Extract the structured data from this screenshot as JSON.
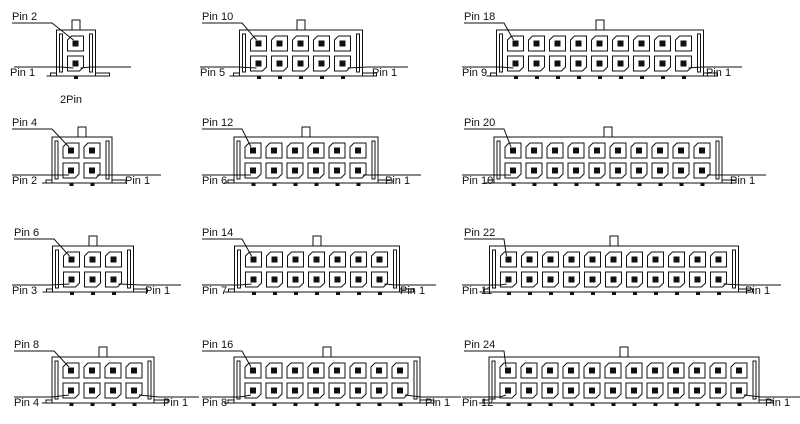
{
  "connectors": [
    {
      "pins": 2,
      "top_label": "Pin 2",
      "bottom_left_label": "",
      "bottom_right_label": "Pin 1",
      "caption": "2Pin"
    },
    {
      "pins": 4,
      "top_label": "Pin 4",
      "bottom_left_label": "Pin 2",
      "bottom_right_label": "Pin 1",
      "caption": ""
    },
    {
      "pins": 6,
      "top_label": "Pin 6",
      "bottom_left_label": "Pin 3",
      "bottom_right_label": "Pin 1",
      "caption": ""
    },
    {
      "pins": 8,
      "top_label": "Pin 8",
      "bottom_left_label": "Pin 4",
      "bottom_right_label": "Pin 1",
      "caption": ""
    },
    {
      "pins": 10,
      "top_label": "Pin 10",
      "bottom_left_label": "Pin 5",
      "bottom_right_label": "Pin 1",
      "caption": ""
    },
    {
      "pins": 12,
      "top_label": "Pin 12",
      "bottom_left_label": "Pin 6",
      "bottom_right_label": "Pin 1",
      "caption": ""
    },
    {
      "pins": 14,
      "top_label": "Pin 14",
      "bottom_left_label": "Pin 7",
      "bottom_right_label": "Pin 1",
      "caption": ""
    },
    {
      "pins": 16,
      "top_label": "Pin 16",
      "bottom_left_label": "Pin 8",
      "bottom_right_label": "Pin 1",
      "caption": ""
    },
    {
      "pins": 18,
      "top_label": "Pin 18",
      "bottom_left_label": "Pin 9",
      "bottom_right_label": "Pin 1",
      "caption": ""
    },
    {
      "pins": 20,
      "top_label": "Pin 20",
      "bottom_left_label": "Pin 10",
      "bottom_right_label": "Pin 1",
      "caption": ""
    },
    {
      "pins": 22,
      "top_label": "Pin 22",
      "bottom_left_label": "Pin 11",
      "bottom_right_label": "Pin 1",
      "caption": ""
    },
    {
      "pins": 24,
      "top_label": "Pin 24",
      "bottom_left_label": "Pin 12",
      "bottom_right_label": "Pin 1",
      "caption": ""
    }
  ]
}
